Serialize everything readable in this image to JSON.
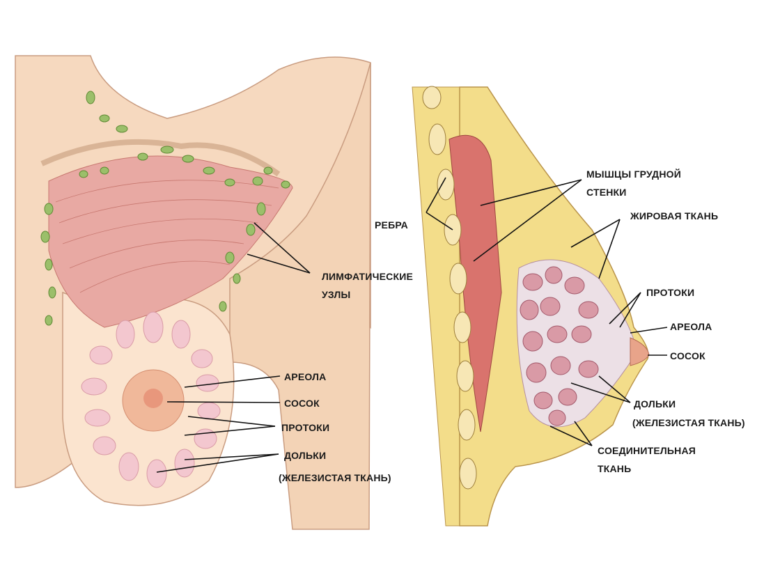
{
  "left_view": {
    "labels": {
      "lymph_1": "ЛИМФАТИЧЕСКИЕ",
      "lymph_2": "УЗЛЫ",
      "areola": "АРЕОЛА",
      "nipple": "СОСОК",
      "ducts": "ПРОТОКИ",
      "lobules": "ДОЛЬКИ",
      "lobules_note": "(ЖЕЛЕЗИСТАЯ ТКАНЬ)"
    }
  },
  "right_view": {
    "labels": {
      "muscles_1": "МЫШЦЫ ГРУДНОЙ",
      "muscles_2": "СТЕНКИ",
      "ribs": "РЕБРА",
      "fat": "ЖИРОВАЯ ТКАНЬ",
      "ducts": "ПРОТОКИ",
      "areola": "АРЕОЛА",
      "nipple": "СОСОК",
      "lobules": "ДОЛЬКИ",
      "lobules_note": "(ЖЕЛЕЗИСТАЯ ТКАНЬ)",
      "connective_1": "СОЕДИНИТЕЛЬНАЯ",
      "connective_2": "ТКАНЬ"
    }
  },
  "colors": {
    "skin": "#f6d9bf",
    "muscle": "#e8a9a3",
    "lymph": "#9bbf6a",
    "fat": "#f3dd8a",
    "lobule": "#d99aa6"
  }
}
